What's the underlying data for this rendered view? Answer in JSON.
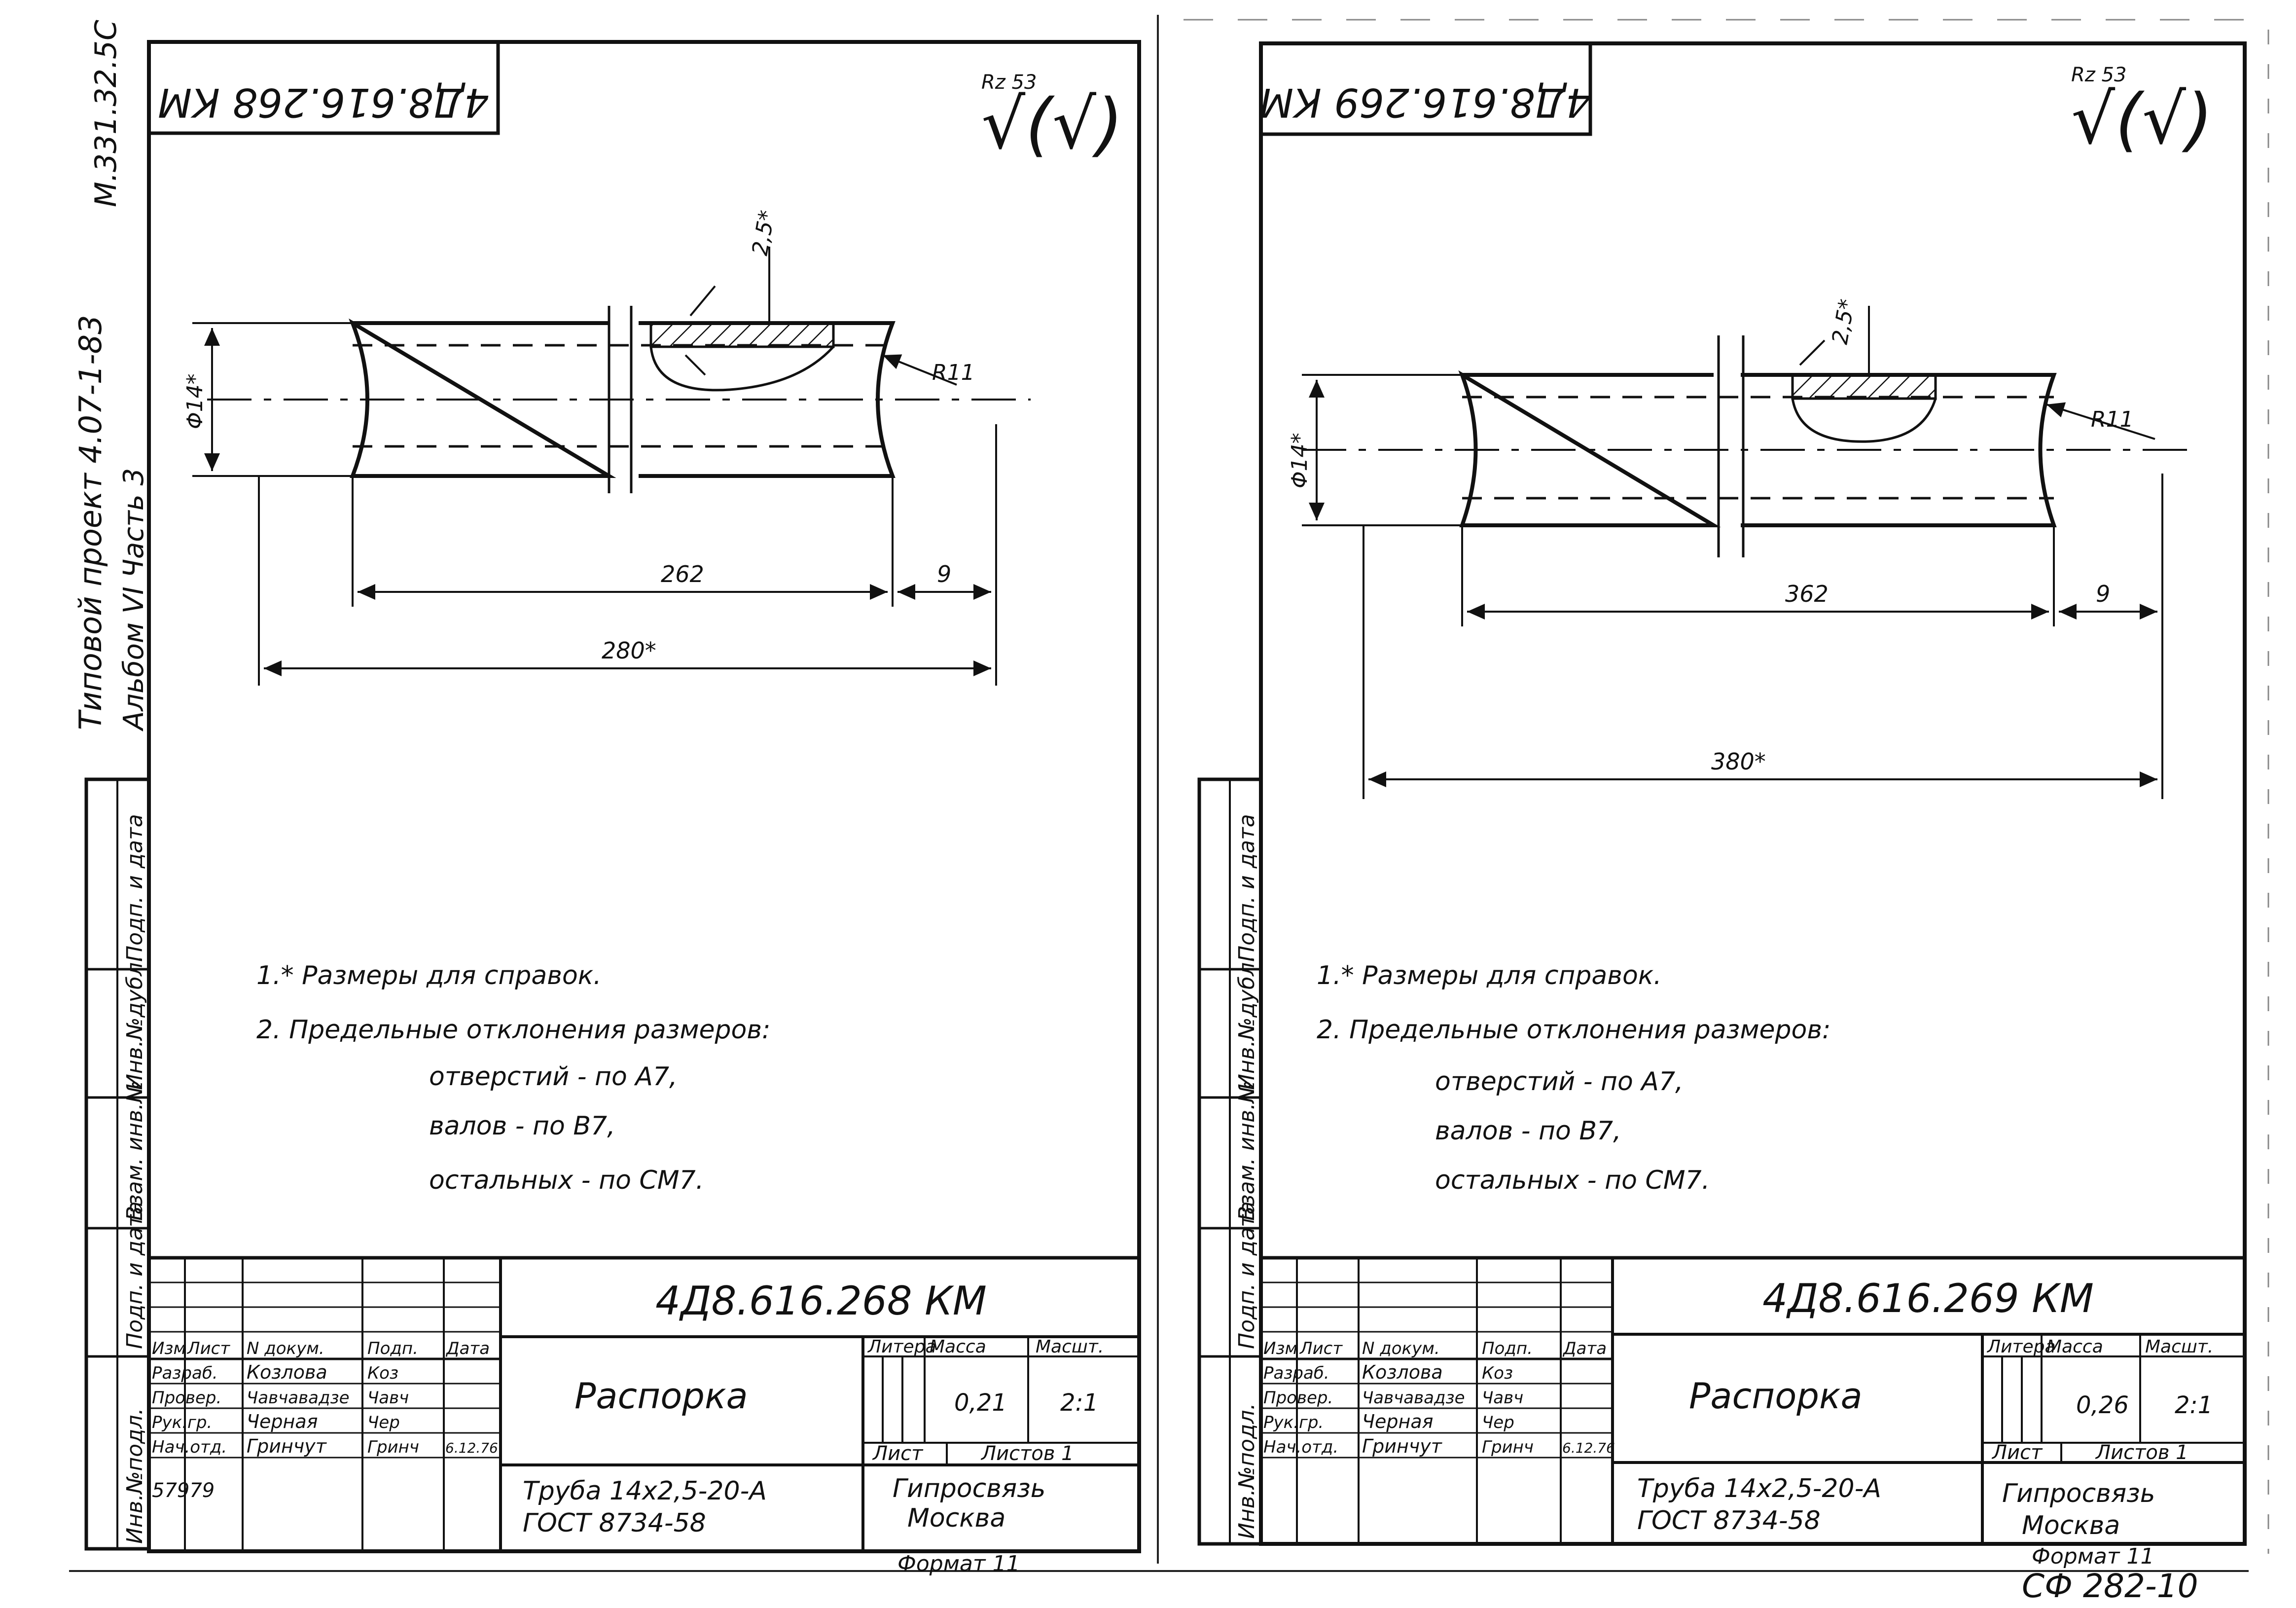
{
  "margin": {
    "series_code": "М.331.32.5С",
    "project_line": "Типовой проект 4.07-1-83",
    "album_line": "Альбом VI Часть 3",
    "side_labels": [
      "Инв.№подл.",
      "Подп. и дата",
      "Взам. инв.№",
      "Инв.№дубл.",
      "Подп. и дата"
    ],
    "inventory_no": "57979"
  },
  "sheets": [
    {
      "corner_code": "4Д8.616.268 КМ",
      "roughness_value": "Rz 53",
      "roughness_symbol": "√(√)",
      "dims": {
        "wall": "2,5*",
        "diameter": "Φ14*",
        "radius": "R11",
        "inner_length": "262",
        "chamfer": "9",
        "total_length": "280*"
      },
      "notes": [
        "1.* Размеры для справок.",
        "2. Предельные отклонения размеров:",
        "отверстий - по А7,",
        "валов - по В7,",
        "остальных - по СМ7."
      ],
      "title_block": {
        "designation": "4Д8.616.268 КМ",
        "name": "Распорка",
        "col_headers": [
          "Изм",
          "Лист",
          "N докум.",
          "Подп.",
          "Дата"
        ],
        "roles": [
          {
            "role": "Разраб.",
            "person": "Козлова",
            "sign": "Коз",
            "date": ""
          },
          {
            "role": "Провер.",
            "person": "Чавчавадзе",
            "sign": "Чавч",
            "date": ""
          },
          {
            "role": "Рук.гр.",
            "person": "Черная",
            "sign": "Чер",
            "date": ""
          },
          {
            "role": "Нач.отд.",
            "person": "Гринчут",
            "sign": "Гринч",
            "date": "6.12.76"
          }
        ],
        "litera_label": "Литера",
        "mass_label": "Масса",
        "scale_label": "Масшт.",
        "mass": "0,21",
        "scale": "2:1",
        "sheet_label": "Лист",
        "sheets_label": "Листов 1",
        "material_1": "Труба 14х2,5-20-А",
        "material_2": "ГОСТ 8734-58",
        "org_1": "Гипросвязь",
        "org_2": "Москва",
        "format": "Формат 11"
      }
    },
    {
      "corner_code": "4Д8.616.269 КМ",
      "roughness_value": "Rz 53",
      "roughness_symbol": "√(√)",
      "dims": {
        "wall": "2,5*",
        "diameter": "Φ14*",
        "radius": "R11",
        "inner_length": "362",
        "chamfer": "9",
        "total_length": "380*"
      },
      "notes": [
        "1.* Размеры для справок.",
        "2. Предельные отклонения размеров:",
        "отверстий - по А7,",
        "валов - по В7,",
        "остальных - по СМ7."
      ],
      "title_block": {
        "designation": "4Д8.616.269 КМ",
        "name": "Распорка",
        "col_headers": [
          "Изм",
          "Лист",
          "N докум.",
          "Подп.",
          "Дата"
        ],
        "roles": [
          {
            "role": "Разраб.",
            "person": "Козлова",
            "sign": "Коз",
            "date": ""
          },
          {
            "role": "Провер.",
            "person": "Чавчавадзе",
            "sign": "Чавч",
            "date": ""
          },
          {
            "role": "Рук.гр.",
            "person": "Черная",
            "sign": "Чер",
            "date": ""
          },
          {
            "role": "Нач.отд.",
            "person": "Гринчут",
            "sign": "Гринч",
            "date": "6.12.76"
          }
        ],
        "litera_label": "Литера",
        "mass_label": "Масса",
        "scale_label": "Масшт.",
        "mass": "0,26",
        "scale": "2:1",
        "sheet_label": "Лист",
        "sheets_label": "Листов 1",
        "material_1": "Труба 14х2,5-20-А",
        "material_2": "ГОСТ 8734-58",
        "org_1": "Гипросвязь",
        "org_2": "Москва",
        "format": "Формат 11"
      }
    }
  ],
  "footer_code": "СФ 282-10"
}
